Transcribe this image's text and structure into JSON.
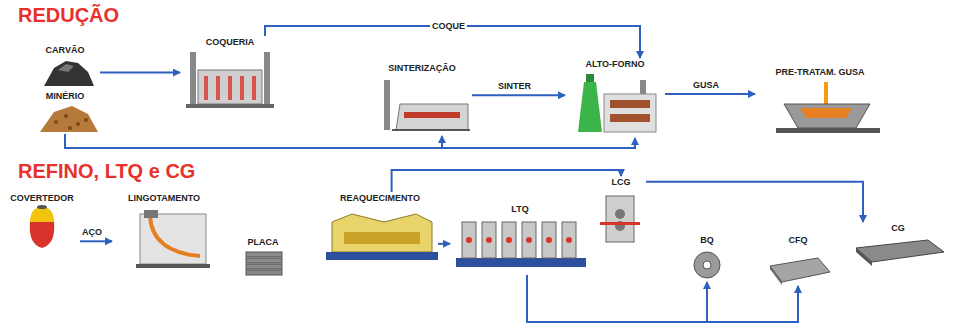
{
  "diagram": {
    "nodes": [
      {
        "text": [
          "CARVÃO"
        ]
      },
      {
        "text": [
          "MINÉRIO"
        ]
      },
      {
        "text": [
          "COQUERIA"
        ]
      },
      {
        "text": [
          "SINTERIZAÇÃO"
        ]
      },
      {
        "text": [
          "ALTO-FORNO"
        ]
      },
      {
        "text": [
          "PRE-TRATAM. GUSA"
        ]
      },
      {
        "text": [
          "COVERTEDOR"
        ]
      },
      {
        "text": [
          "LINGOTAMENTO"
        ]
      },
      {
        "text": [
          "PLACA"
        ]
      },
      {
        "text": [
          "REAQUECIMENTO"
        ]
      },
      {
        "text": [
          "LTQ"
        ]
      },
      {
        "text": [
          "LCG"
        ]
      },
      {
        "text": [
          "BQ"
        ]
      },
      {
        "text": [
          "CFQ"
        ]
      },
      {
        "text": [
          "CG"
        ]
      }
    ],
    "edges": [
      {
        "from": 0,
        "to": 2,
        "arrow": "to"
      },
      {
        "from": 1,
        "to": 3,
        "arrow": "to"
      },
      {
        "from": 1,
        "to": 4,
        "arrow": "to"
      },
      {
        "from": 2,
        "to": 4,
        "label": "COQUE",
        "arrow": "to"
      },
      {
        "from": 3,
        "to": 4,
        "label": "SINTER",
        "arrow": "to"
      },
      {
        "from": 4,
        "to": 5,
        "label": "GUSA",
        "arrow": "to"
      },
      {
        "from": 6,
        "to": 7,
        "label": "AÇO",
        "arrow": "to"
      },
      {
        "from": 9,
        "to": 10,
        "arrow": "to"
      },
      {
        "from": 9,
        "to": 11,
        "arrow": "to"
      },
      {
        "from": 11,
        "to": 14,
        "arrow": "to"
      },
      {
        "from": 10,
        "to": 12,
        "arrow": "to"
      },
      {
        "from": 10,
        "to": 13,
        "arrow": "to"
      }
    ],
    "labels": [
      "REDUÇÃO",
      "REFINO, LTQ e CG"
    ]
  }
}
